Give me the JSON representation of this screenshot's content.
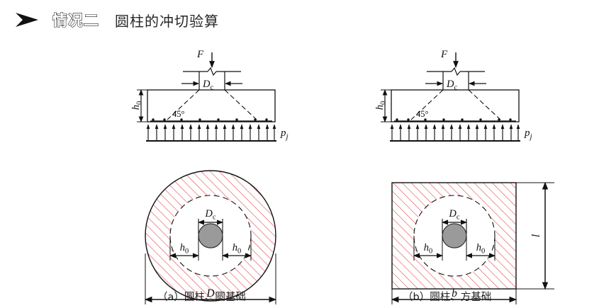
{
  "header": {
    "bullet_icon": "arrow-right-triangle-icon",
    "outline_text": "情况二",
    "title": "圆柱的冲切验算"
  },
  "figures": [
    {
      "id": "figure-a",
      "caption": "（a）圆柱、圆基础",
      "elevation": {
        "load_label": "F",
        "column_width_label": "D_c",
        "column_width_label_base": "D",
        "column_width_label_sub": "c",
        "depth_label_base": "h",
        "depth_label_sub": "0",
        "angle_label": "45°",
        "pressure_label_base": "p",
        "pressure_label_sub": "j",
        "break_symbol": "column-break-symbol"
      },
      "plan": {
        "shape": "circle",
        "outer_dim_label": "D",
        "column_dim_label_base": "D",
        "column_dim_label_sub": "c",
        "left_offset_label_base": "h",
        "left_offset_label_sub": "0",
        "right_offset_label_base": "h",
        "right_offset_label_sub": "0",
        "hatch_color": "#e8505b",
        "column_fill": "#9a9a9a",
        "punch_circle_style": "dashed"
      }
    },
    {
      "id": "figure-b",
      "caption": "（b）圆柱、方基础",
      "elevation": {
        "load_label": "F",
        "column_width_label": "D_c",
        "column_width_label_base": "D",
        "column_width_label_sub": "c",
        "depth_label_base": "h",
        "depth_label_sub": "0",
        "angle_label": "45°",
        "pressure_label_base": "p",
        "pressure_label_sub": "j",
        "break_symbol": "column-break-symbol"
      },
      "plan": {
        "shape": "rectangle",
        "width_dim_label": "b",
        "height_dim_label": "l",
        "column_dim_label_base": "D",
        "column_dim_label_sub": "c",
        "left_offset_label_base": "h",
        "left_offset_label_sub": "0",
        "right_offset_label_base": "h",
        "right_offset_label_sub": "0",
        "hatch_color": "#e8505b",
        "column_fill": "#9a9a9a",
        "punch_circle_style": "dashed"
      }
    }
  ],
  "colors": {
    "hatch_red": "#e8505b",
    "column_gray": "#9a9a9a",
    "line_black": "#1a1a1a",
    "background": "#ffffff"
  }
}
